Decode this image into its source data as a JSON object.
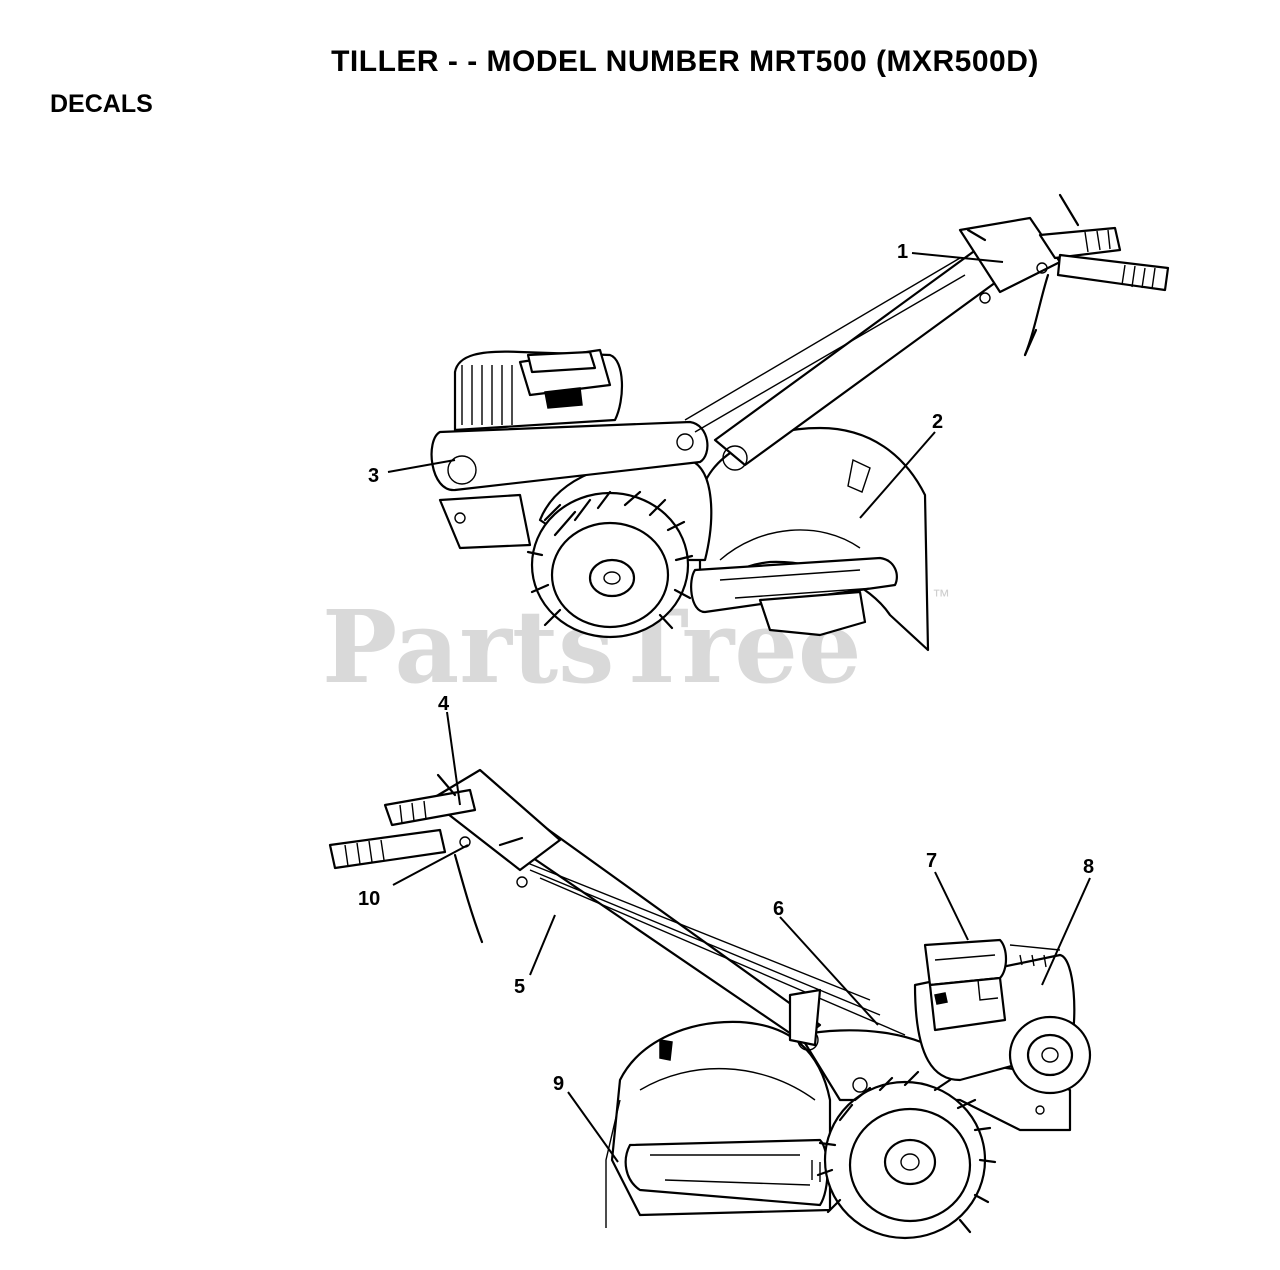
{
  "page": {
    "title": "TILLER - - MODEL NUMBER MRT500 (MXR500D)",
    "section": "DECALS"
  },
  "watermark": {
    "text": "PartsTree",
    "trademark": "™"
  },
  "callouts": [
    {
      "id": "1",
      "label": "1"
    },
    {
      "id": "2",
      "label": "2"
    },
    {
      "id": "3",
      "label": "3"
    },
    {
      "id": "4",
      "label": "4"
    },
    {
      "id": "5",
      "label": "5"
    },
    {
      "id": "6",
      "label": "6"
    },
    {
      "id": "7",
      "label": "7"
    },
    {
      "id": "8",
      "label": "8"
    },
    {
      "id": "9",
      "label": "9"
    },
    {
      "id": "10",
      "label": "10"
    }
  ]
}
